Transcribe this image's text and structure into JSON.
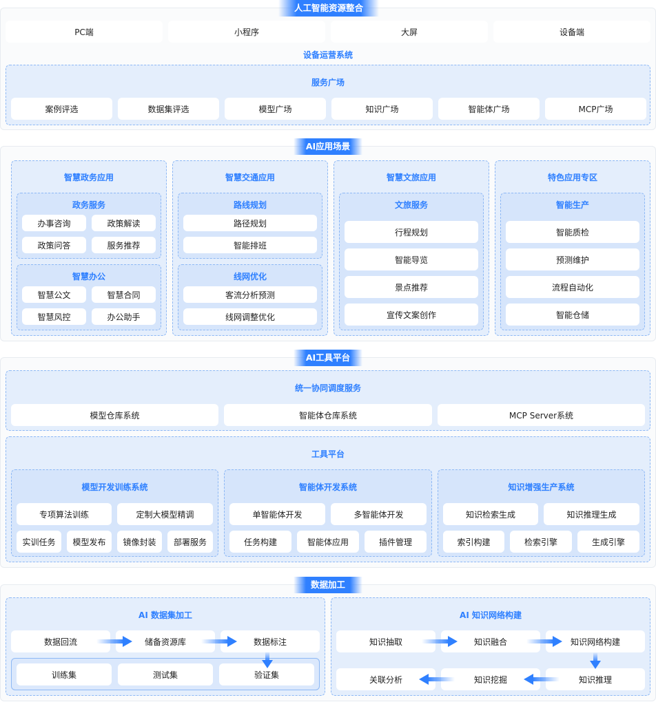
{
  "s1": {
    "title": "人工智能资源整合",
    "top": [
      "PC端",
      "小程序",
      "大屏",
      "设备端"
    ],
    "subtitle": "设备运营系统",
    "panel_title": "服务广场",
    "panel_items": [
      "案例评选",
      "数据集评选",
      "模型广场",
      "知识广场",
      "智能体广场",
      "MCP广场"
    ]
  },
  "s2": {
    "title": "AI应用场景",
    "columns": [
      {
        "title": "智慧政务应用",
        "groups": [
          {
            "title": "政务服务",
            "items": [
              "办事咨询",
              "政策解读",
              "政策问答",
              "服务推荐"
            ]
          },
          {
            "title": "智慧办公",
            "items": [
              "智慧公文",
              "智慧合同",
              "智慧风控",
              "办公助手"
            ]
          }
        ]
      },
      {
        "title": "智慧交通应用",
        "groups": [
          {
            "title": "路线规划",
            "items": [
              "路径规划",
              "智能排班"
            ]
          },
          {
            "title": "线网优化",
            "items": [
              "客流分析预测",
              "线网调整优化"
            ]
          }
        ]
      },
      {
        "title": "智慧文旅应用",
        "groups": [
          {
            "title": "文旅服务",
            "items": [
              "行程规划",
              "智能导览",
              "景点推荐",
              "宣传文案创作"
            ]
          }
        ]
      },
      {
        "title": "特色应用专区",
        "groups": [
          {
            "title": "智能生产",
            "items": [
              "智能质检",
              "预测维护",
              "流程自动化",
              "智能仓储"
            ]
          }
        ]
      }
    ]
  },
  "s3": {
    "title": "AI工具平台",
    "coord": {
      "title": "统一协同调度服务",
      "items": [
        "模型仓库系统",
        "智能体仓库系统",
        "MCP Server系统"
      ]
    },
    "tools": {
      "title": "工具平台",
      "systems": [
        {
          "title": "模型开发训练系统",
          "row1": [
            "专项算法训练",
            "定制大模型精调"
          ],
          "row2": [
            "实训任务",
            "模型发布",
            "镜像封装",
            "部署服务"
          ]
        },
        {
          "title": "智能体开发系统",
          "row1": [
            "单智能体开发",
            "多智能体开发"
          ],
          "row2": [
            "任务构建",
            "智能体应用",
            "插件管理"
          ]
        },
        {
          "title": "知识增强生产系统",
          "row1": [
            "知识检索生成",
            "知识推理生成"
          ],
          "row2": [
            "索引构建",
            "检索引擎",
            "生成引擎"
          ]
        }
      ]
    }
  },
  "s4": {
    "title": "数据加工",
    "left": {
      "title": "AI 数据集加工",
      "row1": [
        "数据回流",
        "储备资源库",
        "数据标注"
      ],
      "row2": [
        "训练集",
        "测试集",
        "验证集"
      ]
    },
    "right": {
      "title": "AI 知识网络构建",
      "row1": [
        "知识抽取",
        "知识融合",
        "知识网络构建"
      ],
      "row2": [
        "关联分析",
        "知识挖掘",
        "知识推理"
      ]
    }
  },
  "colors": {
    "accent": "#2f80ff",
    "panel_bg": "#e4eefc",
    "subpanel_bg": "#d6e5fb",
    "border": "#8db8f5"
  },
  "icons": [
    "arrow-right-icon",
    "arrow-left-icon",
    "arrow-down-icon"
  ]
}
